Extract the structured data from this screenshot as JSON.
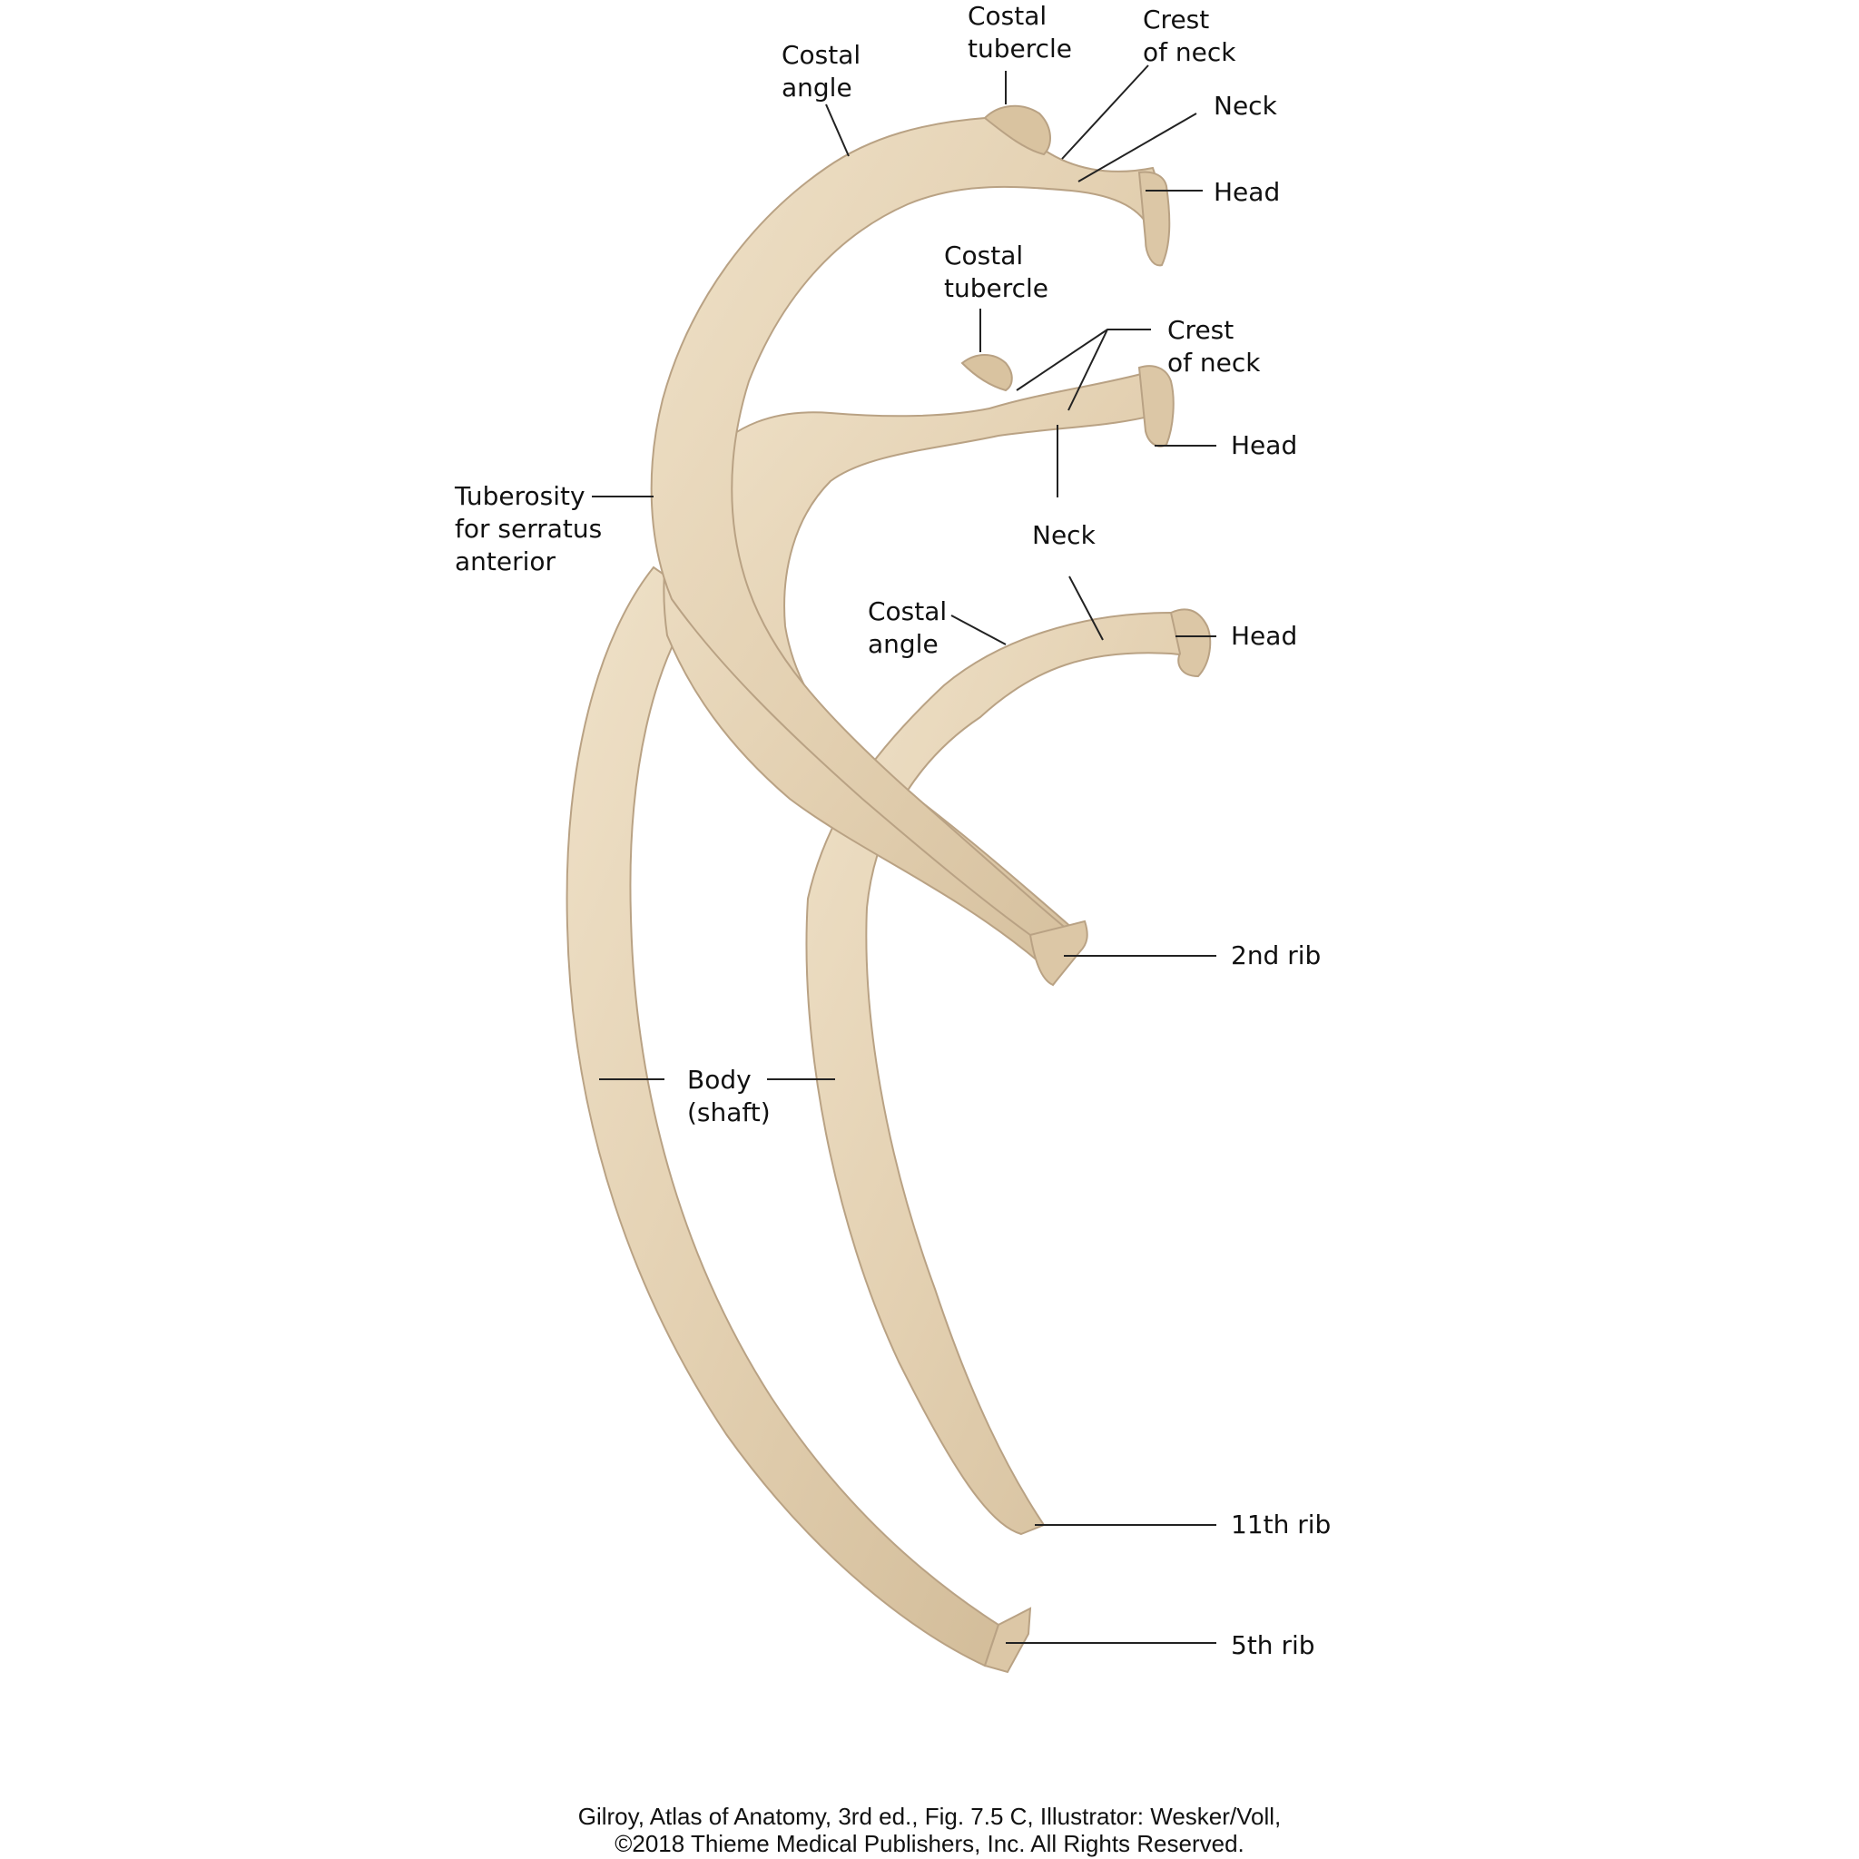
{
  "labels": {
    "costal_angle_top": "Costal\nangle",
    "costal_tubercle_top": "Costal\ntubercle",
    "crest_of_neck_top": "Crest\nof neck",
    "neck_top": "Neck",
    "head_top": "Head",
    "costal_tubercle_mid": "Costal\ntubercle",
    "crest_of_neck_mid": "Crest\nof neck",
    "head_mid": "Head",
    "tuberosity": "Tuberosity\nfor serratus\nanterior",
    "neck_mid": "Neck",
    "costal_angle_low": "Costal\nangle",
    "head_low": "Head",
    "rib_2nd": "2nd rib",
    "body_shaft": "Body\n(shaft)",
    "rib_11th": "11th rib",
    "rib_5th": "5th rib"
  },
  "credit": {
    "line1": "Gilroy, Atlas of Anatomy, 3rd ed., Fig. 7.5 C, Illustrator: Wesker/Voll,",
    "line2": "©2018 Thieme Medical Publishers, Inc. All Rights Reserved."
  },
  "colors": {
    "bone_fill": "#e8d7bc",
    "bone_shade": "#d2bd9c",
    "background": "#ffffff"
  }
}
